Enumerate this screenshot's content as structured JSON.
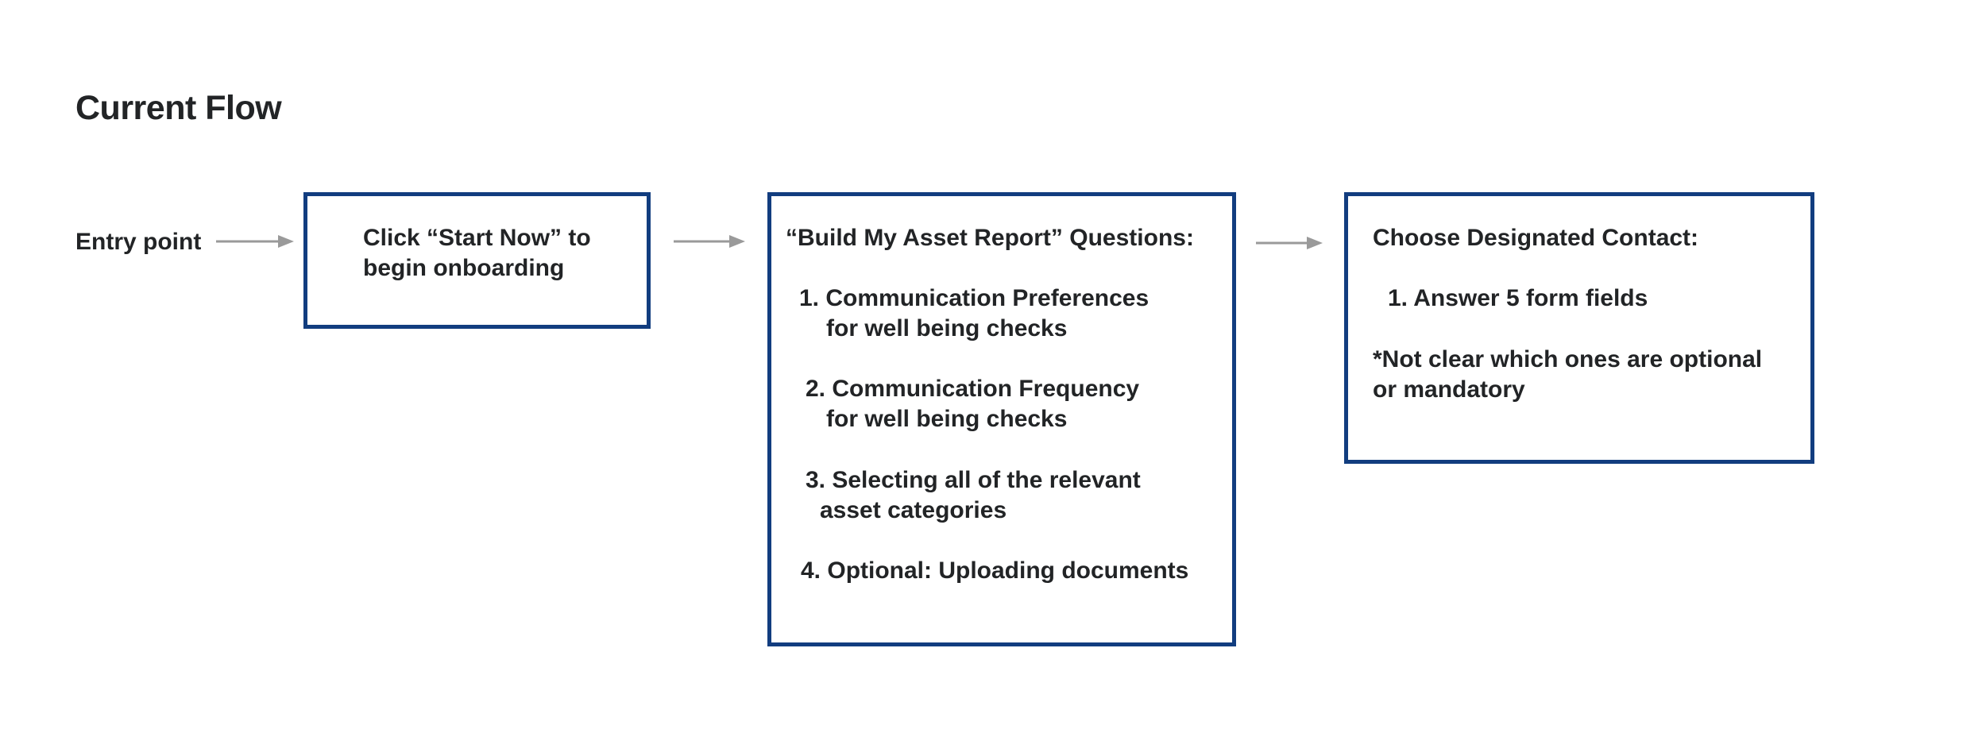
{
  "title": "Current Flow",
  "entry": {
    "label": "Entry point"
  },
  "step1": {
    "line1": "Click “Start Now” to",
    "line2": "begin onboarding"
  },
  "step2": {
    "heading": "“Build My Asset Report” Questions:",
    "items": [
      {
        "line1": "1. Communication Preferences",
        "line2": "for well being checks"
      },
      {
        "line1": "2. Communication Frequency",
        "line2": "for well being checks"
      },
      {
        "line1": "3. Selecting all of the relevant",
        "line2": "asset categories"
      },
      {
        "line1": "4. Optional: Uploading documents"
      }
    ]
  },
  "step3": {
    "heading": "Choose Designated Contact:",
    "item1": "1.  Answer 5 form fields",
    "note_line1": "*Not clear which ones are optional",
    "note_line2": "or mandatory"
  },
  "colors": {
    "box_border": "#123d7f",
    "arrow": "#9a9a9a",
    "text": "#222426"
  }
}
